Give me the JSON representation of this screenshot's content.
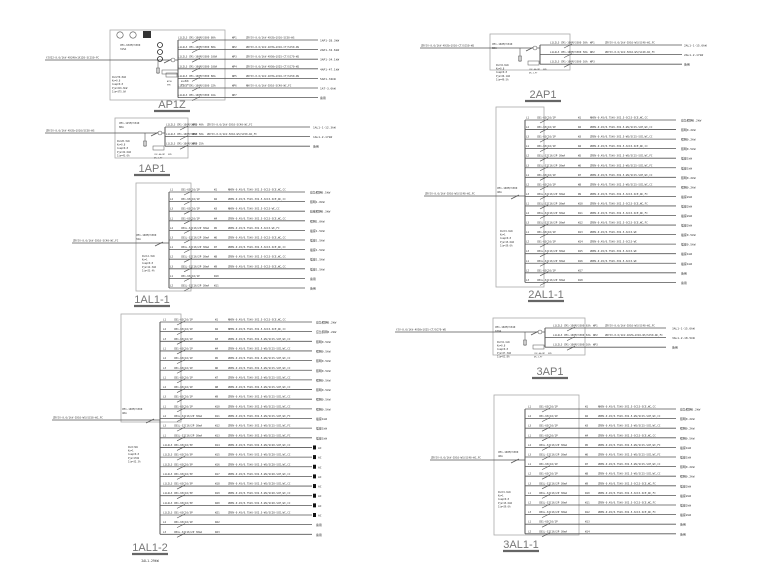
{
  "colors": {
    "line": "#555555",
    "box": "#aaaaaa",
    "text": "#333333",
    "title": "#777777",
    "underline": "#666666"
  },
  "panels": [
    {
      "id": "AP1Z",
      "title": "AP1Z",
      "subtitle": "",
      "feeder": "YJV22-0.6/1kV-4X240+1X120-SC150-FC",
      "main_breaker": [
        "CM1-630M/3300",
        "315A"
      ],
      "params": [
        "Pe=270.8kW",
        "Kx=0.8",
        "Cosφ=0.8",
        "Pjs=216.6kW",
        "Ijs=375.0A"
      ],
      "extras": [
        "ATSE",
        "NSX系统",
        "SPD",
        "DK-1-FT"
      ],
      "circuits": [
        {
          "phase": "L1L2L3",
          "breaker": "CM1-100M/3300 80A",
          "no": "WP1",
          "cable": "ZRYJV-0.6/1kV-4X35+1X16-SC50-WS",
          "load": "1AP1-28.3kW"
        },
        {
          "phase": "L1L2L3",
          "breaker": "CM1-100M/3300 80A",
          "no": "WP2",
          "cable": "ZRYJV-0.6/1kV-4X35+1X16-CT/SC50-WS",
          "load": "2AP1-32.6kW"
        },
        {
          "phase": "L1L2L3",
          "breaker": "CM1-160M/3300 100A",
          "no": "WP3",
          "cable": "ZRYJV-0.6/1kV-4X50+1X25-CT/SC70-WS",
          "load": "3AP1-34.1kW"
        },
        {
          "phase": "L1L2L3",
          "breaker": "CM1-160M/3300 100A",
          "no": "WP4",
          "cable": "ZRYJV-0.6/1kV-4X50+1X25-CT/SC70-WS",
          "load": "4AP1-47.1kW"
        },
        {
          "phase": "L1L2L3",
          "breaker": "CM1-100M/3300 80A",
          "no": "WP5",
          "cable": "ZRYJV-0.6/1kV-4X35+1X16-CT/SC50-WS",
          "load": "5AP1-32kW"
        },
        {
          "phase": "L1L2L3",
          "breaker": "CM1-100M/3300 32A",
          "no": "WP6",
          "cable": "NHYJV-0.6/1kV-5X10-SC40-WC,FC",
          "load": "1AT-3.6kW"
        },
        {
          "phase": "L1L2L3",
          "breaker": "CM1-100M/3300 16A",
          "no": "WP7",
          "cable": "",
          "load": "备用"
        }
      ]
    },
    {
      "id": "1AP1",
      "title": "1AP1",
      "subtitle": "",
      "feeder": "ZRYJV-0.6/1kV-4X35+1X16/SC50-WS",
      "main_breaker": [
        "CM1-125M/3340",
        "80A"
      ],
      "params": [
        "Pe=28.3kW",
        "Kx=0.8",
        "Cosφ=0.8",
        "Pjs=22.6kW",
        "Ijs=43.0A"
      ],
      "extras": [
        "CDI-40/4P",
        "SPD",
        "DK-1-FT"
      ],
      "circuits": [
        {
          "phase": "L1L2L3",
          "breaker": "CM1-100M/3300 40A",
          "no": "WP1",
          "cable": "ZRYJV-0.6/1kV-5X10-SC40-WC,FC",
          "load": "1AL1-1-12.3kW"
        },
        {
          "phase": "L1L2L3",
          "breaker": "CM1-100M/3300 50A",
          "no": "WP2",
          "cable": "ZRYJV-0.6/1kV-5X16-WS/SC50-WC,FC",
          "load": "1AL1-2-17kW"
        },
        {
          "phase": "L1L2L3",
          "breaker": "CM1-100M/3300 25A",
          "no": "WP3",
          "cable": "",
          "load": "备用"
        }
      ]
    },
    {
      "id": "1AL1-1",
      "title": "1AL1-1",
      "subtitle": "",
      "feeder": "ZRYJV-0.6/1kV-5X10-SC40-WC,FC",
      "main_breaker": [
        "CM1-100M/3300",
        "32A"
      ],
      "params": [
        "Pe=12.3kW",
        "Kx=1",
        "Cosφ=0.8",
        "Pjs=12.3kW",
        "Ijs=23.4A"
      ],
      "extras": [],
      "circuits": [
        {
          "phase": "L1",
          "breaker": "CB1-63C16/1P",
          "no": "W1",
          "cable": "NHBV-0.45/0.75kV-3X2.5-SC15-SCE,WC,CC",
          "load": "应急照明0.5kW"
        },
        {
          "phase": "L2",
          "breaker": "CB1-63C16/1P",
          "no": "W2",
          "cable": "ZRBV-0.45/0.75kV-3X2.5-SC15-SCE,WC,CC",
          "load": "照明1.0kW"
        },
        {
          "phase": "L3",
          "breaker": "CB1-63C16/1P",
          "no": "W3",
          "cable": "NHBV-0.45/0.75kV-3X2.5-SC15-WC,CC",
          "load": "疏散照明0.3kW"
        },
        {
          "phase": "L1",
          "breaker": "CB1-63C16/1P",
          "no": "W4",
          "cable": "ZRBV-0.45/0.75kV-3X2.5-SC15-SCE,WC,CC",
          "load": "照明1.0kW"
        },
        {
          "phase": "L2",
          "breaker": "CB1L-32C16/2P 30mA",
          "no": "W5",
          "cable": "ZRBV-0.45/0.75kV-3X2.5-SC15-WC,FC",
          "load": "插座1.5kW"
        },
        {
          "phase": "L3",
          "breaker": "CB1L-32C16/2P 30mA",
          "no": "W6",
          "cable": "ZRBV-0.45/0.75kV-3X2.5-SC15-SCE,WC,CC",
          "load": "插座1.5kW"
        },
        {
          "phase": "L1",
          "breaker": "CB1L-32C16/2P 30mA",
          "no": "W7",
          "cable": "ZRBV-0.45/0.75kV-3X2.5-SC15-SCE,WC,CC",
          "load": "插座1.5kW"
        },
        {
          "phase": "L2",
          "breaker": "CB1L-32C16/2P 30mA",
          "no": "W8",
          "cable": "ZRBV-0.45/0.75kV-3X2.5-SC15-SCE,WC,CC",
          "load": "插座1.5kW"
        },
        {
          "phase": "L3",
          "breaker": "CB1L-32C16/2P 30mA",
          "no": "W9",
          "cable": "ZRBV-0.45/0.75kV-3X2.5-SC15-SCE,WC,CC",
          "load": "插座1.5kW"
        },
        {
          "phase": "L1",
          "breaker": "CB1-63C16/1P",
          "no": "W10",
          "cable": "",
          "load": "备用"
        },
        {
          "phase": "L2",
          "breaker": "CB1L-32C16/2P 30mA",
          "no": "W11",
          "cable": "",
          "load": "备用"
        }
      ]
    },
    {
      "id": "1AL1-2",
      "title": "1AL1-2",
      "subtitle": "2AL1-29kW",
      "feeder": "ZRYJV-0.6/1kV-5X16-WS/SC50-WC,FC",
      "main_breaker": [
        "CM1-100M/3300",
        "40A"
      ],
      "params": [
        "Pe=17kW",
        "Kx=1",
        "Cosφ=0.8",
        "Pjs=17kW",
        "Ijs=32.3A"
      ],
      "extras": [],
      "circuits": [
        {
          "phase": "L1",
          "breaker": "CB1-63C16/1P",
          "no": "W1",
          "cable": "NHBV-0.45/0.75kV-3X2.5-SC15-SCE,WC,CC",
          "load": "应急照明0.2kW"
        },
        {
          "phase": "L2",
          "breaker": "CB1-63C16/1P",
          "no": "W2",
          "cable": "NHBV-0.45/0.75kV-3X2.5-SC15-SCE,WC,CC",
          "load": "应急照明0.2kW"
        },
        {
          "phase": "L3",
          "breaker": "CB1-63C16/1P",
          "no": "W3",
          "cable": "ZRBV-0.45/0.75kV-3X2.5-WS/SC15-SCE,WC,CC",
          "load": "照明0.5kW"
        },
        {
          "phase": "L1",
          "breaker": "CB1-63C16/1P",
          "no": "W4",
          "cable": "ZRBV-0.45/0.75kV-3X2.5-WS/SC15-SCE,WC,CC",
          "load": "照明0.5kW"
        },
        {
          "phase": "L2",
          "breaker": "CB1-63C16/1P",
          "no": "W5",
          "cable": "ZRBV-0.45/0.75kV-3X2.5-WS/SC15-SCE,WC,CC",
          "load": "照明0.5kW"
        },
        {
          "phase": "L3",
          "breaker": "CB1-63C16/1P",
          "no": "W6",
          "cable": "ZRBV-0.45/0.75kV-3X2.5-WS/SC15-SCE,WC,CC",
          "load": "照明0.5kW"
        },
        {
          "phase": "L1",
          "breaker": "CB1-63C16/1P",
          "no": "W7",
          "cable": "ZRBV-0.45/0.75kV-3X2.5-WS/SC15-SCE,WC,CC",
          "load": "照明0.5kW"
        },
        {
          "phase": "L2",
          "breaker": "CB1-63C16/1P",
          "no": "W8",
          "cable": "ZRBV-0.45/0.75kV-3X2.5-WS/SC15-SCE,WC,CC",
          "load": "照明0.5kW"
        },
        {
          "phase": "L3",
          "breaker": "CB1-63C16/1P",
          "no": "W9",
          "cable": "ZRBV-0.45/0.75kV-3X2.5-WS/SC15-SCE,WC,CC",
          "load": "照明0.5kW"
        },
        {
          "phase": "L1",
          "breaker": "CB1-63C16/1P",
          "no": "W10",
          "cable": "ZRBV-0.45/0.75kV-3X2.5-WS/SC15-SCE,WC,CC",
          "load": "照明0.5kW"
        },
        {
          "phase": "L2",
          "breaker": "CB1L-32C16/2P 30mA",
          "no": "W11",
          "cable": "ZRBV-0.45/0.75kV-3X2.5-WS/SC15-SCE,WC,FC",
          "load": "插座1kW"
        },
        {
          "phase": "L3",
          "breaker": "CB1L-32C16/2P 30mA",
          "no": "W12",
          "cable": "ZRBV-0.45/0.75kV-3X2.5-WS/SC15-SCE,WC,FC",
          "load": "插座1kW"
        },
        {
          "phase": "L1",
          "breaker": "CB1L-32C16/2P 30mA",
          "no": "W13",
          "cable": "ZRBV-0.45/0.75kV-3X2.5-WS/SC15-SCE,WC,FC",
          "load": "插座1kW"
        },
        {
          "phase": "L1L2L3",
          "breaker": "CB1-63C16/3P",
          "no": "W14",
          "cable": "ZRBV-0.45/0.75kV-5X2.5-WS/SC20-SCE,WC,CC",
          "load": "AC"
        },
        {
          "phase": "L1L2L3",
          "breaker": "CB1-63C16/3P",
          "no": "W15",
          "cable": "ZRBV-0.45/0.75kV-5X2.5-WS/SC20-SCE,WC,CC",
          "load": "AC"
        },
        {
          "phase": "L1L2L3",
          "breaker": "CB1-63C16/3P",
          "no": "W16",
          "cable": "ZRBV-0.45/0.75kV-5X2.5-WS/SC20-SCE,WC,CC",
          "load": "AC"
        },
        {
          "phase": "L1L2L3",
          "breaker": "CB1-63C16/3P",
          "no": "W17",
          "cable": "ZRBV-0.45/0.75kV-5X2.5-WS/SC20-SCE,WC,CC",
          "load": "AC"
        },
        {
          "phase": "L1L2L3",
          "breaker": "CB1-63C16/3P",
          "no": "W18",
          "cable": "ZRBV-0.45/0.75kV-5X2.5-WS/SC20-SCE,WC,CC",
          "load": "AC"
        },
        {
          "phase": "L1L2L3",
          "breaker": "CB1-63C16/3P",
          "no": "W19",
          "cable": "ZRBV-0.45/0.75kV-5X2.5-WS/SC20-SCE,WC,CC",
          "load": "AC"
        },
        {
          "phase": "L1L2L3",
          "breaker": "CB1-63C16/3P",
          "no": "W20",
          "cable": "ZRBV-0.45/0.75kV-5X2.5-WS/SC20-SCE,WC,CC",
          "load": "AC"
        },
        {
          "phase": "L1L2L3",
          "breaker": "CB1-63C16/3P",
          "no": "W21",
          "cable": "ZRBV-0.45/0.75kV-5X2.5-WS/SC20-SCE,WC,CC",
          "load": "AC"
        },
        {
          "phase": "L2",
          "breaker": "CB1-63C16/1P",
          "no": "W22",
          "cable": "",
          "load": "备用"
        },
        {
          "phase": "L3",
          "breaker": "CB1L-32C16/2P 30mA",
          "no": "W23",
          "cable": "",
          "load": "备用"
        }
      ]
    },
    {
      "id": "2AP1",
      "title": "2AP1",
      "subtitle": "",
      "feeder": "ZRYJV-0.6/1kV-4X35+1X16-CT/SC50-WS",
      "main_breaker": [
        "CM1-160M/3340",
        "80A"
      ],
      "params": [
        "Pe=32.6kW",
        "Kx=0.8",
        "Cosφ=0.8",
        "Pjs=26.1kW",
        "Ijs=49.5A"
      ],
      "extras": [
        "CDI-40/4P",
        "SPD",
        "DK-1-FT"
      ],
      "circuits": [
        {
          "phase": "L1L2L3",
          "breaker": "CM1-100M/3300 50A",
          "no": "WP1",
          "cable": "ZRYJV-0.6/1kV-5X16-WS/SC40-WC,FC",
          "load": "2AL1-1-15.6kW"
        },
        {
          "phase": "L1L2L3",
          "breaker": "CM1-100M/3300 50A",
          "no": "WP2",
          "cable": "ZRYJV-0.6/1kV-5X16-WS/SC40-WC,FC",
          "load": "2AL1-2-17kW"
        },
        {
          "phase": "L1L2L3",
          "breaker": "CM1-100M/3300 16A",
          "no": "WP3",
          "cable": "",
          "load": "备用"
        }
      ]
    },
    {
      "id": "2AL1-1",
      "title": "2AL1-1",
      "subtitle": "",
      "feeder": "ZRYJV-0.6/1kV-5X16-WS/SC40-WC,FC",
      "main_breaker": [
        "CM1-100M/3300",
        "40A"
      ],
      "params": [
        "Pe=15.6kW",
        "Kx=1",
        "Cosφ=0.8",
        "Pjs=15.6kW",
        "Ijs=29.6A"
      ],
      "extras": [],
      "circuits": [
        {
          "phase": "L1",
          "breaker": "CB1-63C16/1P",
          "no": "W1",
          "cable": "NHBV-0.45/0.75kV-3X2.5-SC15-SCE,WC,CC",
          "load": "应急照明0.2kW"
        },
        {
          "phase": "L2",
          "breaker": "CB1-63C16/1P",
          "no": "W2",
          "cable": "ZRBV-0.45/0.75kV-3X2.5-WS/SC15-SCE,WC,CC",
          "load": "照明0.2kW"
        },
        {
          "phase": "L3",
          "breaker": "CB1-63C16/1P",
          "no": "W3",
          "cable": "ZRBV-0.45/0.75kV-3X2.5-WS/SC15-SCE,WC,CC",
          "load": "照明0.2kW"
        },
        {
          "phase": "L1",
          "breaker": "CB1-63C16/1P",
          "no": "W4",
          "cable": "ZRBV-0.45/0.75kV-3X2.5-SC15-SCE,WC,CC",
          "load": "照明0.5kW"
        },
        {
          "phase": "L2",
          "breaker": "CB1L-32C16/2P 30mA",
          "no": "W5",
          "cable": "ZRBV-0.45/0.75kV-3X2.5-WS/SC15-SCE,WC,FC",
          "load": "插座1kW"
        },
        {
          "phase": "L3",
          "breaker": "CB1L-32C16/2P 30mA",
          "no": "W6",
          "cable": "ZRBV-0.45/0.75kV-3X2.5-WS/SC15-SCE,WC,FC",
          "load": "插座1kW"
        },
        {
          "phase": "L1",
          "breaker": "CB1-63C16/1P",
          "no": "W7",
          "cable": "ZRBV-0.45/0.75kV-3X2.5-WS/SC15-SCE,WC,CC",
          "load": "照明0.2kW"
        },
        {
          "phase": "L2",
          "breaker": "CB1-63C16/1P",
          "no": "W8",
          "cable": "ZRBV-0.45/0.75kV-3X2.5-WS/SC15-SCE,WC,CC",
          "load": "照明0.2kW"
        },
        {
          "phase": "L3",
          "breaker": "CB1L-32C16/2P 30mA",
          "no": "W9",
          "cable": "ZRBV-0.45/0.75kV-3X2.5-SC15-SCE,WC,FC",
          "load": "插座2kW"
        },
        {
          "phase": "L1",
          "breaker": "CB1L-32C16/2P 30mA",
          "no": "W10",
          "cable": "ZRBV-0.45/0.75kV-3X2.5-SC15-SCE,WC,FC",
          "load": "插座2kW"
        },
        {
          "phase": "L2",
          "breaker": "CB1L-32C16/2P 30mA",
          "no": "W11",
          "cable": "ZRBV-0.45/0.75kV-3X2.5-SC15-SCE,WC,FC",
          "load": "插座2kW"
        },
        {
          "phase": "L3",
          "breaker": "CB1L-32C16/2P 30mA",
          "no": "W12",
          "cable": "ZRBV-0.45/0.75kV-3X2.5-SC15-SCE,WC,FC",
          "load": "插座2kW"
        },
        {
          "phase": "L1",
          "breaker": "CB1-63C16/1P",
          "no": "W13",
          "cable": "ZRBV-0.45/0.75kV-3X2.5-SC15-WC",
          "load": "插座0.5kW"
        },
        {
          "phase": "L2",
          "breaker": "CB1-63C16/1P",
          "no": "W14",
          "cable": "ZRBV-0.45/0.75kV-3X2.5-SC15-WC",
          "load": "插座0.5kW"
        },
        {
          "phase": "L3",
          "breaker": "CB1L-32C16/2P 30mA",
          "no": "W15",
          "cable": "ZRBV-0.45/0.75kV-3X2.5-SC15-WC",
          "load": "插座1kW"
        },
        {
          "phase": "L1",
          "breaker": "CB1L-32C16/2P 30mA",
          "no": "W16",
          "cable": "ZRBV-0.45/0.75kV-3X2.5-SC15-WC",
          "load": "插座1kW"
        },
        {
          "phase": "L2",
          "breaker": "CB1-63C16/1P",
          "no": "W17",
          "cable": "",
          "load": "备用"
        },
        {
          "phase": "L3",
          "breaker": "CB1L-32C16/2P 30mA",
          "no": "W18",
          "cable": "",
          "load": "备用"
        }
      ]
    },
    {
      "id": "3AP1",
      "title": "3AP1",
      "subtitle": "",
      "feeder": "YJV-0.6/1kV-4X50+1X25-CT/SC70-WS",
      "main_breaker": [
        "CM1-160M/3340",
        "100A"
      ],
      "params": [
        "Pe=34.1kW",
        "Kx=0.8",
        "Cosφ=0.8",
        "Pjs=27.3kW",
        "Ijs=51.8A"
      ],
      "extras": [
        "CDI-40/4P",
        "SPD",
        "DK-1-FT"
      ],
      "circuits": [
        {
          "phase": "L1L2L3",
          "breaker": "CM1-100M/3300 63A",
          "no": "WP1",
          "cable": "ZRYJV-0.6/1kV-5X16-WS/SC40-WC,FC",
          "load": "3AL1-1-15.6kW"
        },
        {
          "phase": "L1L2L3",
          "breaker": "CM1-100M/3300 63A",
          "no": "WP2",
          "cable": "ZRYJV-0.6/1kV-4X25+1X16-WS/SC50-WC,FC",
          "load": "3AL1-2-18.5kW"
        },
        {
          "phase": "L1L2L3",
          "breaker": "CM1-100M/3300 16A",
          "no": "WP3",
          "cable": "",
          "load": "备用"
        }
      ]
    },
    {
      "id": "3AL1-1",
      "title": "3AL1-1",
      "subtitle": "",
      "feeder": "ZRYJV-0.6/1kV-5X16-WS/SC40-WC,FC",
      "main_breaker": [
        "CM1-100M/3300",
        "40A"
      ],
      "params": [
        "Pe=15.6kW",
        "Kx=1",
        "Cosφ=0.8",
        "Pjs=15.6kW",
        "Ijs=29.6A"
      ],
      "extras": [],
      "circuits": [
        {
          "phase": "L1",
          "breaker": "CB1-63C16/1P",
          "no": "W1",
          "cable": "NHBV-0.45/0.75kV-3X2.5-SC15-SCE,WC,CC",
          "load": "应急照明0.2kW"
        },
        {
          "phase": "L2",
          "breaker": "CB1-63C16/1P",
          "no": "W2",
          "cable": "ZRBV-0.45/0.75kV-3X2.5-WS/SC15-SCE,WC,CC",
          "load": "照明0.2kW"
        },
        {
          "phase": "L3",
          "breaker": "CB1-63C16/1P",
          "no": "W3",
          "cable": "ZRBV-0.45/0.75kV-3X2.5-WS/SC15-SCE,WC,CC",
          "load": "照明0.2kW"
        },
        {
          "phase": "L1",
          "breaker": "CB1-63C16/1P",
          "no": "W4",
          "cable": "ZRBV-0.45/0.75kV-3X2.5-SC15-SCE,WC,CC",
          "load": "照明0.5kW"
        },
        {
          "phase": "L2",
          "breaker": "CB1L-32C16/2P 30mA",
          "no": "W5",
          "cable": "ZRBV-0.45/0.75kV-3X2.5-WS/SC15-SCE,WC,FC",
          "load": "插座1kW"
        },
        {
          "phase": "L3",
          "breaker": "CB1L-32C16/2P 30mA",
          "no": "W6",
          "cable": "ZRBV-0.45/0.75kV-3X2.5-WS/SC15-SCE,WC,FC",
          "load": "插座1kW"
        },
        {
          "phase": "L1",
          "breaker": "CB1-63C16/1P",
          "no": "W7",
          "cable": "ZRBV-0.45/0.75kV-3X2.5-WS/SC15-SCE,WC,CC",
          "load": "照明0.2kW"
        },
        {
          "phase": "L2",
          "breaker": "CB1-63C16/1P",
          "no": "W8",
          "cable": "ZRBV-0.45/0.75kV-3X2.5-WS/SC15-SCE,WC,CC",
          "load": "照明0.2kW"
        },
        {
          "phase": "L3",
          "breaker": "CB1L-32C16/2P 30mA",
          "no": "W9",
          "cable": "ZRBV-0.45/0.75kV-3X2.5-SC15-SCE,WC,FC",
          "load": "插座2kW"
        },
        {
          "phase": "L1",
          "breaker": "CB1L-32C16/2P 30mA",
          "no": "W10",
          "cable": "ZRBV-0.45/0.75kV-3X2.5-SC15-SCE,WC,FC",
          "load": "插座2kW"
        },
        {
          "phase": "L2",
          "breaker": "CB1L-32C16/2P 30mA",
          "no": "W11",
          "cable": "ZRBV-0.45/0.75kV-3X2.5-SC15-SCE,WC,FC",
          "load": "插座2kW"
        },
        {
          "phase": "L3",
          "breaker": "CB1L-32C16/2P 30mA",
          "no": "W12",
          "cable": "ZRBV-0.45/0.75kV-3X2.5-SC15-SCE,WC,FC",
          "load": "插座2kW"
        },
        {
          "phase": "L1",
          "breaker": "CB1-63C16/1P",
          "no": "W13",
          "cable": "",
          "load": "备用"
        },
        {
          "phase": "L2",
          "breaker": "CB1L-32C16/2P 30mA",
          "no": "W14",
          "cable": "",
          "load": "备用"
        }
      ]
    }
  ]
}
